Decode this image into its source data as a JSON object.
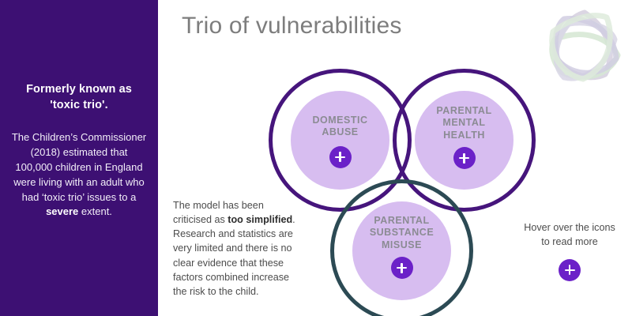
{
  "sidebar": {
    "heading": "Formerly known as\n'toxic trio'.",
    "body_prefix": "The Children’s Commissioner (2018) estimated that 100,000 children in England were living with an adult who had ‘toxic trio’ issues to a ",
    "body_emphasis": "severe",
    "body_suffix": " extent.",
    "background_color": "#3D1073"
  },
  "header": {
    "title": "Trio of vulnerabilities",
    "title_color": "#7d7d7d"
  },
  "brand": {
    "logo_name": "interwoven-star-logo",
    "logo_colors": [
      "#c9c6dd",
      "#cfe3cd",
      "#d6d4e2"
    ]
  },
  "diagram": {
    "type": "venn-three-circle",
    "circles": [
      {
        "id": "domestic-abuse",
        "label": "DOMESTIC\nABUSE",
        "ring_color": "#46157C",
        "fill_color": "#D7BDF0",
        "button_label": "+",
        "button_color": "#6B21C8"
      },
      {
        "id": "mental-health",
        "label": "PARENTAL\nMENTAL\nHEALTH",
        "ring_color": "#46157C",
        "fill_color": "#D7BDF0",
        "button_label": "+",
        "button_color": "#6B21C8"
      },
      {
        "id": "substance-misuse",
        "label": "PARENTAL\nSUBSTANCE\nMISUSE",
        "ring_color": "#2C4A54",
        "fill_color": "#D7BDF0",
        "button_label": "+",
        "button_color": "#6B21C8"
      }
    ],
    "label_color": "#8B8B93"
  },
  "criticism": {
    "prefix": "The model has been criticised as ",
    "emphasis": "too simplified",
    "suffix": ". Research and statistics are very limited and there is no clear evidence that these factors combined increase the risk to the child."
  },
  "hover_hint": {
    "text": "Hover over the icons to read more",
    "button_label": "+",
    "button_color": "#6B21C8"
  }
}
